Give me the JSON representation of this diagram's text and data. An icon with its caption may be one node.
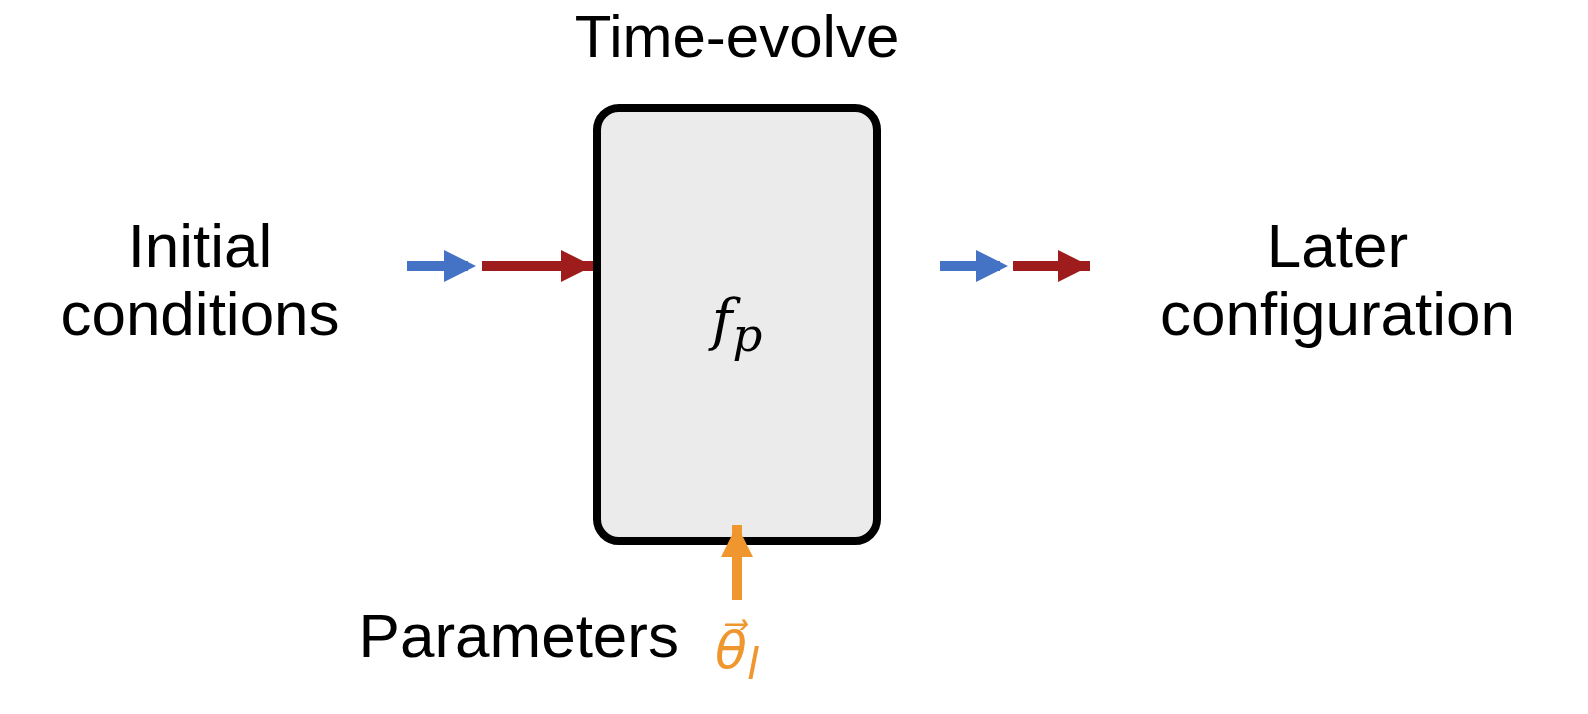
{
  "diagram": {
    "nodes": [
      {
        "text": [
          "Initial conditions"
        ]
      },
      {
        "text": [
          "Time-evolve",
          "f$_{p}$"
        ]
      },
      {
        "text": [
          "Later configuration"
        ]
      },
      {
        "text": [
          "θ⃗$_{l}$"
        ],
        "beside": [
          "Parameters"
        ]
      }
    ],
    "edges": [
      {
        "from": 0,
        "to": 1,
        "arrow": "to"
      },
      {
        "from": 1,
        "to": 2,
        "arrow": "to"
      },
      {
        "from": 3,
        "to": 1,
        "arrow": "to",
        "color": "#f0962e"
      }
    ]
  }
}
